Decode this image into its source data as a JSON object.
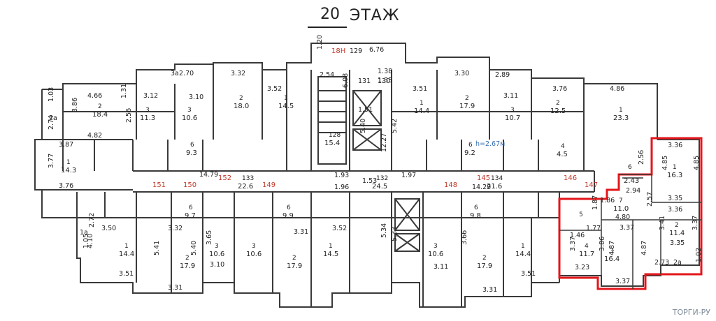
{
  "title": {
    "number": "20",
    "word": "ЭТАЖ"
  },
  "watermark": "ТОРГИ-РУ",
  "colors": {
    "highlight": "#e3161b",
    "wall": "#3a3a3a"
  },
  "section_numbers": [
    "151",
    "150",
    "152",
    "149",
    "148",
    "145",
    "146",
    "147",
    "129",
    "18Н"
  ],
  "corridor": {
    "room133": "133",
    "area133": "22.6",
    "room132": "132",
    "area132": "24.5",
    "room134": "134",
    "area134": "21.6",
    "length_left": "14.79",
    "length_right": "14.29",
    "height": "h=2.67м",
    "stair_room": "128",
    "stair_area": "15.4",
    "lift_room": "131",
    "lift_room2": "130"
  },
  "upper_rooms": [
    {
      "n": "2",
      "a": "18.4"
    },
    {
      "n": "3",
      "a": "11.3"
    },
    {
      "n": "3",
      "a": "10.6"
    },
    {
      "n": "2",
      "a": "18.0"
    },
    {
      "n": "1",
      "a": "14.5"
    },
    {
      "n": "1",
      "a": "14.4"
    },
    {
      "n": "2",
      "a": "17.9"
    },
    {
      "n": "3",
      "a": "10.7"
    },
    {
      "n": "2",
      "a": "12.5"
    },
    {
      "n": "1",
      "a": "23.3"
    },
    {
      "n": "1",
      "a": "14.3"
    },
    {
      "n": "6",
      "a": "9.3"
    },
    {
      "n": "6",
      "a": "9.2"
    },
    {
      "n": "4",
      "a": "4.5"
    }
  ],
  "lower_rooms": [
    {
      "n": "1",
      "a": "14.4"
    },
    {
      "n": "2",
      "a": "17.9"
    },
    {
      "n": "3",
      "a": "10.6"
    },
    {
      "n": "3",
      "a": "10.6"
    },
    {
      "n": "2",
      "a": "17.9"
    },
    {
      "n": "1",
      "a": "14.5"
    },
    {
      "n": "2",
      "a": "17.9"
    },
    {
      "n": "3",
      "a": "10.6"
    },
    {
      "n": "1",
      "a": "14.4"
    },
    {
      "n": "6",
      "a": "9.7"
    },
    {
      "n": "6",
      "a": "9.9"
    },
    {
      "n": "6",
      "a": "9.8"
    }
  ],
  "highlighted_unit": {
    "rooms": [
      {
        "n": "1",
        "a": "16.3"
      },
      {
        "n": "6",
        "a": "2.43"
      },
      {
        "n": "7",
        "a": "11.0"
      },
      {
        "n": "2",
        "a": "11.4"
      },
      {
        "n": "4",
        "a": "11.7"
      },
      {
        "n": "3",
        "a": "16.4"
      },
      {
        "n": "5",
        "a": "1.46"
      },
      {
        "n": "2a",
        "a": "2.73"
      }
    ],
    "dims": [
      "3.36",
      "4.85",
      "4.85",
      "2.56",
      "2.94",
      "3.35",
      "3.36",
      "1.86",
      "2.57",
      "4.80",
      "1.87",
      "1.77",
      "3.37",
      "3.41",
      "3.37",
      "3.35",
      "3.37",
      "3.86",
      "4.87",
      "4.87",
      "3.23",
      "3.37",
      "1.02"
    ]
  },
  "dims": [
    "4.66",
    "3.12",
    "3.10",
    "3.32",
    "3.52",
    "3.51",
    "3.30",
    "3.11",
    "3.76",
    "4.86",
    "1.03",
    "2a",
    "2.74",
    "3.86",
    "1.31",
    "2.56",
    "4.82",
    "3.87",
    "3.77",
    "3.76",
    "2.89",
    "1.20",
    "6.76",
    "2.54",
    "6.08",
    "1.38",
    "1.35",
    "1.51",
    "5.40",
    "5.42",
    "12.27",
    "2.70",
    "3a",
    "1.93",
    "1.97",
    "1.53",
    "1.96",
    "5.34",
    "5.33",
    "3.50",
    "3.32",
    "3.31",
    "3.52",
    "3.51",
    "3.31",
    "3.10",
    "3.11",
    "4.10",
    "5.41",
    "5.40",
    "3.65",
    "3.66",
    "1.05",
    "1a",
    "2.72",
    "3.51",
    "3.31"
  ]
}
